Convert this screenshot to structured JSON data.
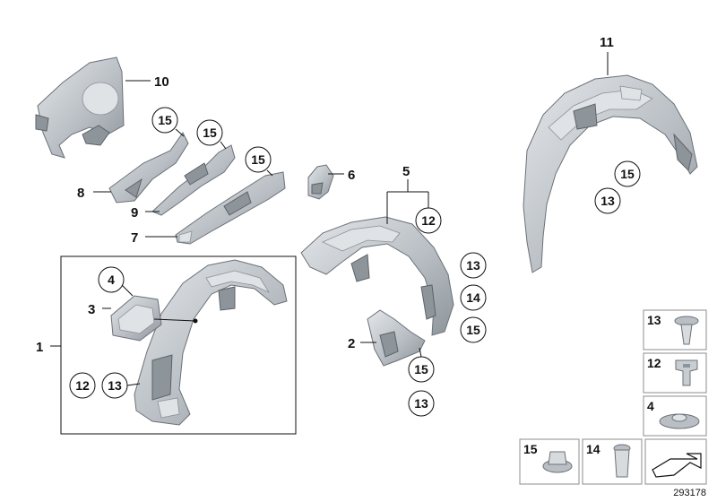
{
  "callouts": {
    "c1": "1",
    "c2": "2",
    "c3": "3",
    "c4": "4",
    "c5": "5",
    "c6": "6",
    "c7": "7",
    "c8": "8",
    "c9": "9",
    "c10": "10",
    "c11": "11",
    "c12_a": "12",
    "c13_a": "13",
    "c15_a": "15",
    "c15_b": "15",
    "c15_c": "15",
    "c12_b": "12",
    "c13_b": "13",
    "c14_b": "14",
    "c15_d": "15",
    "c15_e": "15",
    "c13_e": "13",
    "c15_f": "15",
    "c13_f": "13"
  },
  "legend": {
    "cells": [
      {
        "label": "13",
        "icon": "plastic-rivet-icon"
      },
      {
        "label": "12",
        "icon": "spring-nut-icon"
      },
      {
        "label": "4",
        "icon": "expanding-rivet-icon"
      },
      {
        "label": "15",
        "icon": "hex-nut-icon"
      },
      {
        "label": "14",
        "icon": "plastic-nut-icon"
      }
    ],
    "arrow_icon": "orientation-arrow-icon"
  },
  "reference_number": "293178",
  "colors": {
    "part_light": "#dfe3e6",
    "part_mid": "#b4babf",
    "part_dark": "#8d949a",
    "line": "#111111"
  }
}
